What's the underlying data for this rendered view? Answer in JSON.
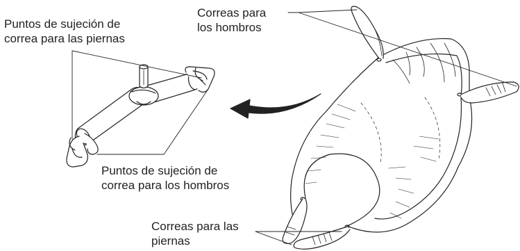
{
  "labels": {
    "leg_attachment": {
      "line1": "Puntos de sujeción de",
      "line2": "correa para las piernas"
    },
    "shoulder_attachment": {
      "line1": "Puntos de sujeción de",
      "line2": "correa para los hombros"
    },
    "shoulder_straps": {
      "line1": "Correas para",
      "line2": "los hombros"
    },
    "leg_straps": {
      "line1": "Correas para las",
      "line2": "piernas"
    }
  },
  "colors": {
    "ink": "#222222",
    "background": "#ffffff"
  }
}
